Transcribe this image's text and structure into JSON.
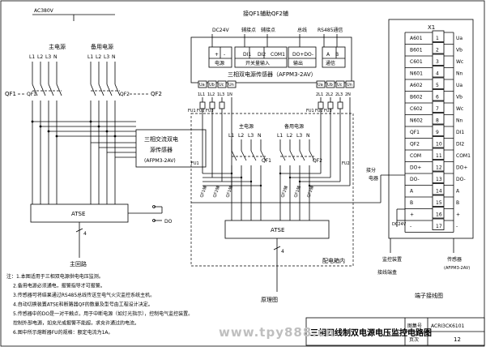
{
  "left_panel": {
    "source_label": "AC380V",
    "main_supply": "主电源",
    "backup_supply": "备用电源",
    "main_phases": [
      "L1",
      "L2",
      "L3",
      "N"
    ],
    "backup_phases": [
      "L1",
      "L2",
      "L3",
      "N"
    ],
    "qf1_outer": "QF1",
    "qf1_inner": "QF1",
    "qf2_inner": "QF2",
    "qf2_outer": "QF2",
    "sensor_lines": [
      "三相交流双电",
      "源传感器",
      "(AFPM3-2AV)"
    ],
    "atse": "ATSE",
    "do": "DO",
    "num_4": "4",
    "main_circuit": "主回路"
  },
  "top_panel": {
    "header": "接QF1辅助QF2辅",
    "dc": "DC24V",
    "aux": "辅接点",
    "aux2": "辅接点",
    "com": "COM1",
    "bus": "总线",
    "rs485": "RS485通信",
    "plus": "+",
    "minus": "-",
    "di1": "DI1",
    "di2": "DI2",
    "com1_box": "COM1",
    "dodo": "DO+DO-",
    "a": "A",
    "b": "B",
    "power": "电源",
    "switch_input": "开关量输入",
    "output": "输出",
    "comm": "通信",
    "sensor_title": "三相双电源传感器（AFPM3-2AV）",
    "left_terms": [
      "Ua",
      "Ub",
      "Uc",
      "Un"
    ],
    "right_terms": [
      "Ua",
      "Ub",
      "Uc",
      "Un"
    ],
    "left_phases": [
      "1L1",
      "1L2",
      "1L3",
      "1N"
    ],
    "right_phases": [
      "2L1",
      "2L2",
      "2L3",
      "2N"
    ],
    "fuses_left": [
      "FU1",
      "FU2",
      "FU3"
    ],
    "fuses_right": [
      "FU1",
      "FU2",
      "FU3"
    ]
  },
  "center_panel": {
    "main_supply": "主电源",
    "backup_supply": "备用电源",
    "main_phases": [
      "L1",
      "L2",
      "L3",
      "N"
    ],
    "backup_phases": [
      "L1",
      "L2",
      "L3",
      "N"
    ],
    "qf1": "QF1",
    "qf2": "QF2",
    "atse": "ATSE",
    "num_4": "4",
    "cabinet": "配电箱内",
    "fu_left": "FU1",
    "fu_right": "FU2",
    "small_labels": [
      "QF1辅",
      "QF2辅",
      "QF1辅",
      "QF2辅",
      "QF1辅",
      "QF2辅"
    ]
  },
  "terminal": {
    "title": "X1",
    "rows": [
      {
        "left": "A601",
        "num": "1",
        "right": "Ua"
      },
      {
        "left": "B601",
        "num": "2",
        "right": "Vb"
      },
      {
        "left": "C601",
        "num": "3",
        "right": "Wc"
      },
      {
        "left": "N601",
        "num": "4",
        "right": "Nn"
      },
      {
        "left": "A602",
        "num": "5",
        "right": "Ua"
      },
      {
        "left": "B602",
        "num": "6",
        "right": "Vb"
      },
      {
        "left": "C602",
        "num": "7",
        "right": "Wc"
      },
      {
        "left": "N602",
        "num": "8",
        "right": "Nn"
      },
      {
        "left": "QF1",
        "num": "9",
        "right": "DI1"
      },
      {
        "left": "QF2",
        "num": "10",
        "right": "DI2"
      },
      {
        "left": "COM",
        "num": "11",
        "right": "COM1"
      },
      {
        "left": "DO+",
        "num": "12",
        "right": "DO+"
      },
      {
        "left": "DO-",
        "num": "13",
        "right": "DO-"
      },
      {
        "left": "A",
        "num": "14",
        "right": "A"
      },
      {
        "left": "B",
        "num": "15",
        "right": "B"
      },
      {
        "left": "+",
        "num": "16",
        "right": "+"
      },
      {
        "left": "-",
        "num": "17",
        "right": "-"
      }
    ],
    "switch_label": [
      "接分",
      "电器"
    ],
    "dc_label": "DC24V",
    "caption_mid_left": "监控装置",
    "caption_left": "接线端盒",
    "caption_right": [
      "传感器",
      "(AFPM3-2AV)"
    ],
    "caption_bottom": "端子接线图"
  },
  "labels": {
    "zone_bottom": "原理图"
  },
  "notes": [
    "注：1.本图适用于三相双电源供电电压监测。",
    "2.备用电源必须通电，报警指导才可报警。",
    "3.传感器可将结果通过RS485总线传送至电气火灾监控系统主机。",
    "4.自动切换装置ATSE和断路器QF的数量及型号由工程设计决定。",
    "5.传感器中的DO是一对干触点，用于中断电源（如灯光指示），控制电气监控装置。",
    "控制外部电源，如充光或报警不能超，求充许通过的电流。",
    "6.图中所示熔断器FU的规格：额定电流为1A。"
  ],
  "title_block": {
    "title": "三相四线制双电源电压监控电路图",
    "atlas_label": "图集号",
    "atlas_no": "ACRI3CK6101",
    "page_label": "页次",
    "page_no": "12"
  },
  "watermark": "www.tpy888.cn"
}
